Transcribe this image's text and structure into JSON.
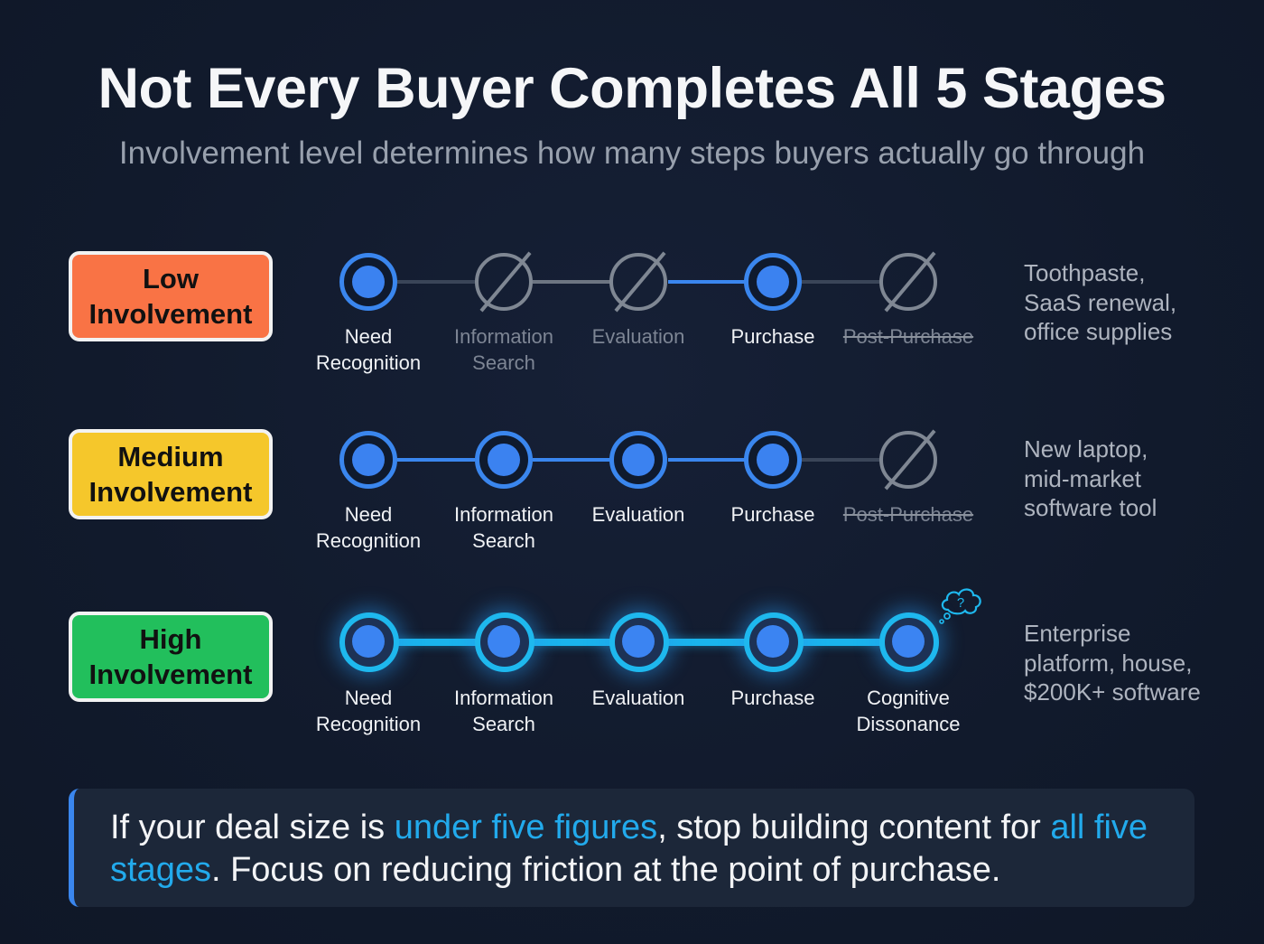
{
  "header": {
    "title": "Not Every Buyer Completes All 5 Stages",
    "subtitle": "Involvement level determines how many steps buyers actually go through"
  },
  "colors": {
    "background": "#111a2c",
    "low": "#f97345",
    "medium": "#f5c72b",
    "high": "#22bf5c",
    "active_stage": "#3a86ee",
    "high_stage": "#1eb8ee",
    "skipped_stage": "#7f8793",
    "highlight": "#22aaec"
  },
  "rows": [
    {
      "level": "Low Involvement",
      "level_line1": "Low",
      "level_line2": "Involvement",
      "color": "#f97345",
      "stages": [
        {
          "line1": "Need",
          "line2": "Recognition",
          "state": "active"
        },
        {
          "line1": "Information",
          "line2": "Search",
          "state": "skipped"
        },
        {
          "line1": "Evaluation",
          "line2": "",
          "state": "skipped"
        },
        {
          "line1": "Purchase",
          "line2": "",
          "state": "active"
        },
        {
          "line1": "Post-Purchase",
          "line2": "",
          "state": "struck"
        }
      ],
      "examples": [
        "Toothpaste,",
        "SaaS renewal,",
        "office supplies"
      ]
    },
    {
      "level": "Medium Involvement",
      "level_line1": "Medium",
      "level_line2": "Involvement",
      "color": "#f5c72b",
      "stages": [
        {
          "line1": "Need",
          "line2": "Recognition",
          "state": "active"
        },
        {
          "line1": "Information",
          "line2": "Search",
          "state": "active"
        },
        {
          "line1": "Evaluation",
          "line2": "",
          "state": "active"
        },
        {
          "line1": "Purchase",
          "line2": "",
          "state": "active"
        },
        {
          "line1": "Post-Purchase",
          "line2": "",
          "state": "struck"
        }
      ],
      "examples": [
        "New laptop,",
        "mid-market",
        "software tool"
      ]
    },
    {
      "level": "High Involvement",
      "level_line1": "High",
      "level_line2": "Involvement",
      "color": "#22bf5c",
      "stages": [
        {
          "line1": "Need",
          "line2": "Recognition",
          "state": "high"
        },
        {
          "line1": "Information",
          "line2": "Search",
          "state": "high"
        },
        {
          "line1": "Evaluation",
          "line2": "",
          "state": "high"
        },
        {
          "line1": "Purchase",
          "line2": "",
          "state": "high"
        },
        {
          "line1": "Cognitive",
          "line2": "Dissonance",
          "state": "high"
        }
      ],
      "examples": [
        "Enterprise",
        "platform, house,",
        "$200K+ software"
      ],
      "thought_icon": "thought-bubble-question-icon",
      "thought_glyph": "?"
    }
  ],
  "callout": {
    "part1": "If your deal size is ",
    "highlight1": "under five figures",
    "part2": ", stop building content for ",
    "highlight2": "all five stages",
    "part3": ". Focus on reducing friction at the point of purchase."
  }
}
